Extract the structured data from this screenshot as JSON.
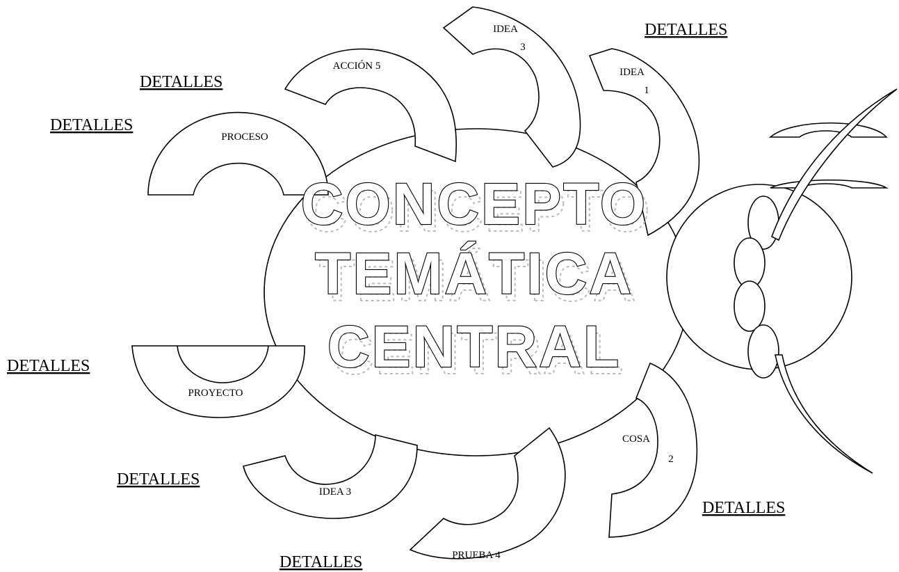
{
  "central": {
    "line1": "CONCEPTO",
    "line2": "TEMÁTICA",
    "line3": "CENTRAL"
  },
  "segments": {
    "proceso": "PROCESO",
    "accion5": "ACCIÓN 5",
    "idea3_top_a": "IDEA",
    "idea3_top_b": "3",
    "idea1_a": "IDEA",
    "idea1_b": "1",
    "proyecto": "PROYECTO",
    "idea3_bottom": "IDEA 3",
    "prueba4": "PRUEBA 4",
    "cosa2_a": "COSA",
    "cosa2_b": "2"
  },
  "details": {
    "d1": "DETALLES",
    "d2": "DETALLES",
    "d3": "DETALLES",
    "d4": "DETALLES",
    "d5": "DETALLES",
    "d6": "DETALLES",
    "d7": "DETALLES"
  }
}
